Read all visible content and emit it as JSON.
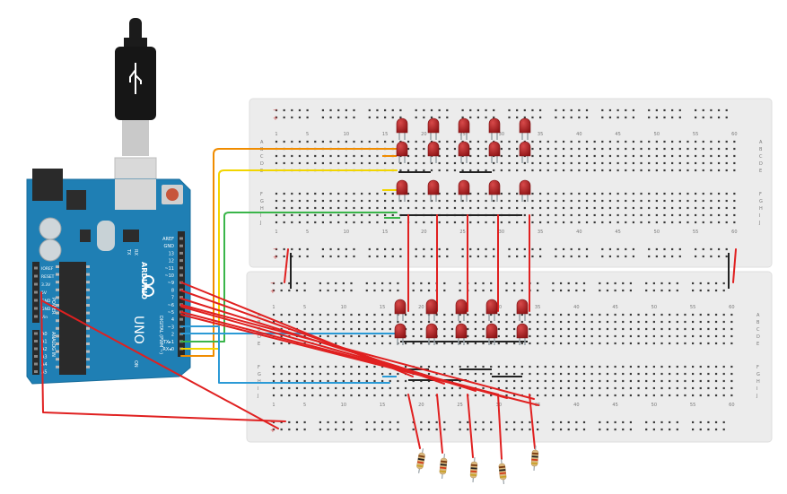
{
  "arduino": {
    "brand": "ARDUINO",
    "model": "UNO",
    "digital_label": "DIGITAL (PWM ~)",
    "power_label": "POWER",
    "analog_label": "ANALOG IN",
    "on_label": "ON",
    "tx_label": "TX",
    "rx_label": "RX",
    "digital_pins": [
      "AREF",
      "GND",
      "13",
      "12",
      "~11",
      "~10",
      "~9",
      "8",
      "7",
      "~6",
      "~5",
      "4",
      "~3",
      "2",
      "TX▸1",
      "RX◂0"
    ],
    "power_pins": [
      "IOREF",
      "RESET",
      "3.3V",
      "5V",
      "GND",
      "GND",
      "Vin"
    ],
    "analog_pins": [
      "A0",
      "A1",
      "A2",
      "A3",
      "A4",
      "A5"
    ]
  },
  "breadboard_top": {
    "column_numbers": [
      "1",
      "5",
      "10",
      "15",
      "20",
      "25",
      "30",
      "35",
      "40",
      "45",
      "50",
      "55",
      "60"
    ],
    "row_letters_top": [
      "A",
      "B",
      "C",
      "D",
      "E"
    ],
    "row_letters_bottom": [
      "F",
      "G",
      "H",
      "I",
      "J"
    ]
  },
  "breadboard_bottom": {
    "column_numbers": [
      "1",
      "5",
      "10",
      "15",
      "20",
      "25",
      "30",
      "35",
      "40",
      "45",
      "50",
      "55",
      "60"
    ],
    "row_letters_top": [
      "A",
      "B",
      "C",
      "D",
      "E"
    ],
    "row_letters_bottom": [
      "F",
      "G",
      "H",
      "I",
      "J"
    ]
  },
  "colors": {
    "board": "#1f7fb4",
    "breadboard": "#ededed",
    "led": "#a8191c",
    "wire_red": "#e02020",
    "wire_orange": "#f08c00",
    "wire_yellow": "#f2d500",
    "wire_green": "#3ab54a",
    "wire_blue": "#2b9ad6",
    "wire_black": "#222222"
  }
}
